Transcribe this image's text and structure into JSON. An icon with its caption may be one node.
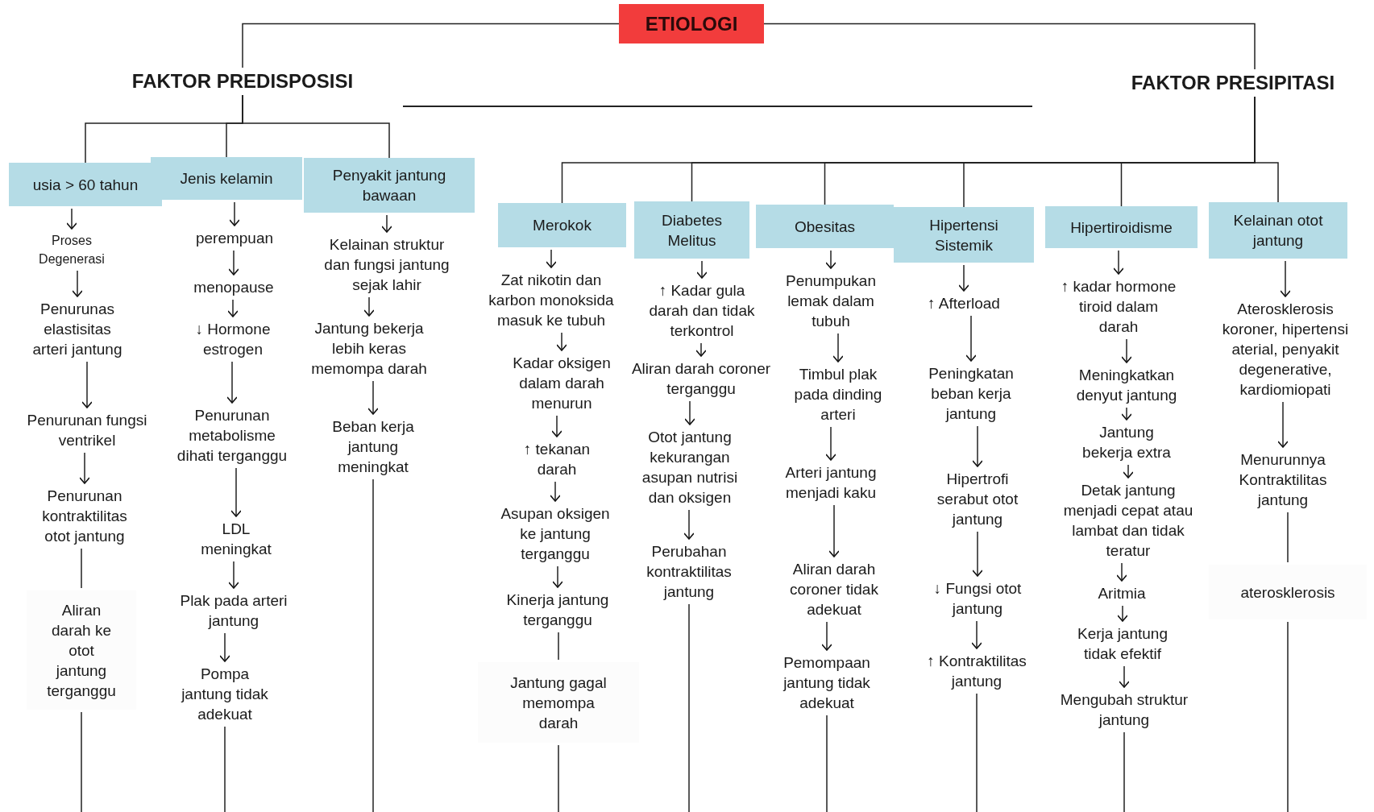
{
  "diagram": {
    "nodes": [
      {
        "text": [
          "ETIOLOGI"
        ]
      },
      {
        "text": [
          "FAKTOR PREDISPOSISI"
        ]
      },
      {
        "text": [
          "FAKTOR PRESIPITASI"
        ]
      },
      {
        "text": [
          "usia > 60 tahun"
        ]
      },
      {
        "text": [
          "Proses Degenerasi"
        ]
      },
      {
        "text": [
          "Penurunas elastisitas arteri jantung"
        ]
      },
      {
        "text": [
          "Penurunan fungsi ventrikel"
        ]
      },
      {
        "text": [
          "Penurunan kontraktilitas otot jantung"
        ]
      },
      {
        "text": [
          "Aliran darah ke otot jantung terganggu"
        ]
      },
      {
        "text": [
          "Jenis kelamin"
        ]
      },
      {
        "text": [
          "perempuan"
        ]
      },
      {
        "text": [
          "menopause"
        ]
      },
      {
        "text": [
          "↓ Hormone estrogen"
        ]
      },
      {
        "text": [
          "Penurunan metabolisme dihati terganggu"
        ]
      },
      {
        "text": [
          "LDL meningkat"
        ]
      },
      {
        "text": [
          "Plak pada arteri jantung"
        ]
      },
      {
        "text": [
          "Pompa jantung tidak adekuat"
        ]
      },
      {
        "text": [
          "Penyakit jantung bawaan"
        ]
      },
      {
        "text": [
          "Kelainan struktur dan fungsi jantung sejak lahir"
        ]
      },
      {
        "text": [
          "Jantung bekerja lebih keras memompa darah"
        ]
      },
      {
        "text": [
          "Beban kerja jantung meningkat"
        ]
      },
      {
        "text": [
          "Merokok"
        ]
      },
      {
        "text": [
          "Zat nikotin dan karbon monoksida masuk ke tubuh"
        ]
      },
      {
        "text": [
          "Kadar oksigen dalam darah menurun"
        ]
      },
      {
        "text": [
          "↑ tekanan darah"
        ]
      },
      {
        "text": [
          "Asupan oksigen ke jantung terganggu"
        ]
      },
      {
        "text": [
          "Kinerja jantung terganggu"
        ]
      },
      {
        "text": [
          "Jantung gagal memompa darah"
        ]
      },
      {
        "text": [
          "Diabetes Melitus"
        ]
      },
      {
        "text": [
          "↑ Kadar gula darah dan tidak terkontrol"
        ]
      },
      {
        "text": [
          "Aliran darah coroner terganggu"
        ]
      },
      {
        "text": [
          "Otot jantung kekurangan asupan nutrisi dan oksigen"
        ]
      },
      {
        "text": [
          "Perubahan kontraktilitas jantung"
        ]
      },
      {
        "text": [
          "Obesitas"
        ]
      },
      {
        "text": [
          "Penumpukan lemak dalam tubuh"
        ]
      },
      {
        "text": [
          "Timbul plak pada dinding arteri"
        ]
      },
      {
        "text": [
          "Arteri jantung menjadi kaku"
        ]
      },
      {
        "text": [
          "Aliran darah coroner tidak adekuat"
        ]
      },
      {
        "text": [
          "Pemompaan jantung tidak adekuat"
        ]
      },
      {
        "text": [
          "Hipertensi Sistemik"
        ]
      },
      {
        "text": [
          "↑ Afterload"
        ]
      },
      {
        "text": [
          "Peningkatan beban kerja jantung"
        ]
      },
      {
        "text": [
          "Hipertrofi serabut otot jantung"
        ]
      },
      {
        "text": [
          "↓ Fungsi otot jantung"
        ]
      },
      {
        "text": [
          "↑ Kontraktilitas jantung"
        ]
      },
      {
        "text": [
          "Hipertiroidisme"
        ]
      },
      {
        "text": [
          "↑ kadar hormone tiroid dalam darah"
        ]
      },
      {
        "text": [
          "Meningkatkan denyut jantung"
        ]
      },
      {
        "text": [
          "Jantung bekerja extra"
        ]
      },
      {
        "text": [
          "Detak jantung menjadi cepat atau lambat dan tidak teratur"
        ]
      },
      {
        "text": [
          "Aritmia"
        ]
      },
      {
        "text": [
          "Kerja jantung tidak efektif"
        ]
      },
      {
        "text": [
          "Mengubah struktur jantung"
        ]
      },
      {
        "text": [
          "Kelainan otot jantung"
        ]
      },
      {
        "text": [
          "Aterosklerosis koroner, hipertensi aterial, penyakit degenerative, kardiomiopati"
        ]
      },
      {
        "text": [
          "Menurunnya Kontraktilitas jantung"
        ]
      },
      {
        "text": [
          "aterosklerosis"
        ]
      }
    ],
    "edges": [
      {
        "from": 0,
        "to": 1,
        "arrow": "none"
      },
      {
        "from": 0,
        "to": 2,
        "arrow": "none"
      },
      {
        "from": 1,
        "to": 3,
        "arrow": "none"
      },
      {
        "from": 1,
        "to": 9,
        "arrow": "none"
      },
      {
        "from": 1,
        "to": 17,
        "arrow": "none"
      },
      {
        "from": 2,
        "to": 21,
        "arrow": "none"
      },
      {
        "from": 2,
        "to": 28,
        "arrow": "none"
      },
      {
        "from": 2,
        "to": 33,
        "arrow": "none"
      },
      {
        "from": 2,
        "to": 39,
        "arrow": "none"
      },
      {
        "from": 2,
        "to": 45,
        "arrow": "none"
      },
      {
        "from": 2,
        "to": 53,
        "arrow": "none"
      },
      {
        "from": 3,
        "to": 4,
        "arrow": "to"
      },
      {
        "from": 4,
        "to": 5,
        "arrow": "to"
      },
      {
        "from": 5,
        "to": 6,
        "arrow": "to"
      },
      {
        "from": 6,
        "to": 7,
        "arrow": "to"
      },
      {
        "from": 7,
        "to": 8,
        "arrow": "none"
      },
      {
        "from": 8,
        "to": null,
        "arrow": "none"
      },
      {
        "from": 9,
        "to": 10,
        "arrow": "to"
      },
      {
        "from": 10,
        "to": 11,
        "arrow": "to"
      },
      {
        "from": 11,
        "to": 12,
        "arrow": "to"
      },
      {
        "from": 12,
        "to": 13,
        "arrow": "to"
      },
      {
        "from": 13,
        "to": 14,
        "arrow": "to"
      },
      {
        "from": 14,
        "to": 15,
        "arrow": "to"
      },
      {
        "from": 15,
        "to": 16,
        "arrow": "to"
      },
      {
        "from": 16,
        "to": null,
        "arrow": "none"
      },
      {
        "from": 17,
        "to": 18,
        "arrow": "to"
      },
      {
        "from": 18,
        "to": 19,
        "arrow": "to"
      },
      {
        "from": 19,
        "to": 20,
        "arrow": "to"
      },
      {
        "from": 20,
        "to": null,
        "arrow": "none"
      },
      {
        "from": 21,
        "to": 22,
        "arrow": "to"
      },
      {
        "from": 22,
        "to": 23,
        "arrow": "to"
      },
      {
        "from": 23,
        "to": 24,
        "arrow": "to"
      },
      {
        "from": 24,
        "to": 25,
        "arrow": "to"
      },
      {
        "from": 25,
        "to": 26,
        "arrow": "to"
      },
      {
        "from": 26,
        "to": 27,
        "arrow": "none"
      },
      {
        "from": 27,
        "to": null,
        "arrow": "none"
      },
      {
        "from": 28,
        "to": 29,
        "arrow": "to"
      },
      {
        "from": 29,
        "to": 30,
        "arrow": "to"
      },
      {
        "from": 30,
        "to": 31,
        "arrow": "to"
      },
      {
        "from": 31,
        "to": 32,
        "arrow": "to"
      },
      {
        "from": 32,
        "to": null,
        "arrow": "none"
      },
      {
        "from": 33,
        "to": 34,
        "arrow": "to"
      },
      {
        "from": 34,
        "to": 35,
        "arrow": "to"
      },
      {
        "from": 35,
        "to": 36,
        "arrow": "to"
      },
      {
        "from": 36,
        "to": 37,
        "arrow": "to"
      },
      {
        "from": 37,
        "to": 38,
        "arrow": "to"
      },
      {
        "from": 38,
        "to": null,
        "arrow": "none"
      },
      {
        "from": 39,
        "to": 40,
        "arrow": "to"
      },
      {
        "from": 40,
        "to": 41,
        "arrow": "to"
      },
      {
        "from": 41,
        "to": 42,
        "arrow": "to"
      },
      {
        "from": 42,
        "to": 43,
        "arrow": "to"
      },
      {
        "from": 43,
        "to": 44,
        "arrow": "to"
      },
      {
        "from": 44,
        "to": null,
        "arrow": "none"
      },
      {
        "from": 45,
        "to": 46,
        "arrow": "to"
      },
      {
        "from": 46,
        "to": 47,
        "arrow": "to"
      },
      {
        "from": 47,
        "to": 48,
        "arrow": "to"
      },
      {
        "from": 48,
        "to": 49,
        "arrow": "to"
      },
      {
        "from": 49,
        "to": 50,
        "arrow": "to"
      },
      {
        "from": 50,
        "to": 51,
        "arrow": "to"
      },
      {
        "from": 51,
        "to": 52,
        "arrow": "to"
      },
      {
        "from": 52,
        "to": null,
        "arrow": "none"
      },
      {
        "from": 53,
        "to": 54,
        "arrow": "to"
      },
      {
        "from": 54,
        "to": 55,
        "arrow": "to"
      },
      {
        "from": 55,
        "to": 56,
        "arrow": "none"
      },
      {
        "from": 56,
        "to": null,
        "arrow": "none"
      }
    ]
  }
}
